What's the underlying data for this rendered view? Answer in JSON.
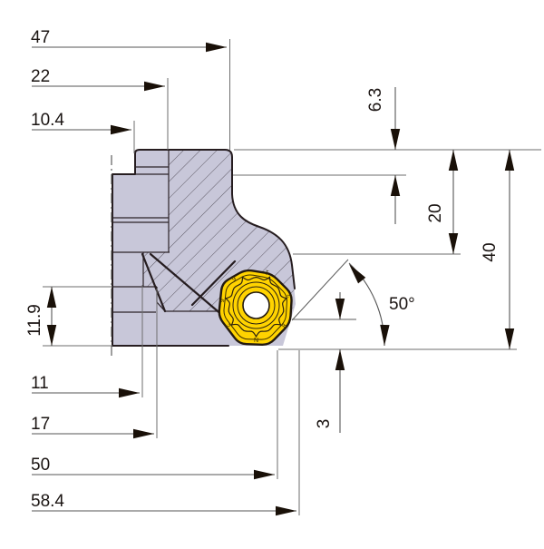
{
  "drawing": {
    "type": "technical-dimension-drawing",
    "subject": "face-mill cutter body cross-section with round milling insert",
    "dims": {
      "d47": "47",
      "d22": "22",
      "d10_4": "10.4",
      "d11": "11",
      "d17": "17",
      "d50": "50",
      "d58_4": "58.4",
      "d6_3": "6.3",
      "d20": "20",
      "d40": "40",
      "d11_9": "11.9",
      "d3": "3",
      "angle": "50°"
    },
    "insert": {
      "marks": [
        "6",
        "1",
        "2",
        "8",
        "N",
        "2",
        "6"
      ]
    },
    "colors": {
      "body_fill": "#c8c7d9",
      "insert_fill": "#ffd300",
      "hole_fill": "#ffffff",
      "outline": "#261d20",
      "hatch": "#514c57",
      "dimension_lines": "#5f5f5f",
      "text": "#1a1412"
    }
  }
}
